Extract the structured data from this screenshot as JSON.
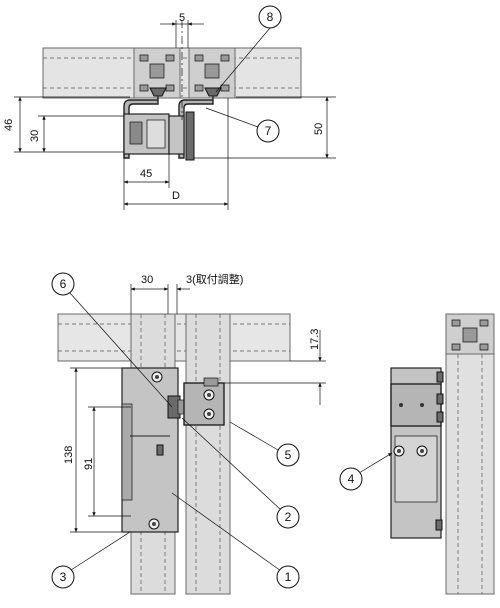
{
  "dimensions": {
    "top_gap": "5",
    "height_46": "46",
    "height_30": "30",
    "height_50": "50",
    "width_45": "45",
    "width_d": "D",
    "width_30": "30",
    "adjust": "3(取付調整)",
    "offset_17_3": "17.3",
    "height_138": "138",
    "height_91": "91"
  },
  "callouts": [
    "1",
    "2",
    "3",
    "4",
    "5",
    "6",
    "7",
    "8"
  ]
}
